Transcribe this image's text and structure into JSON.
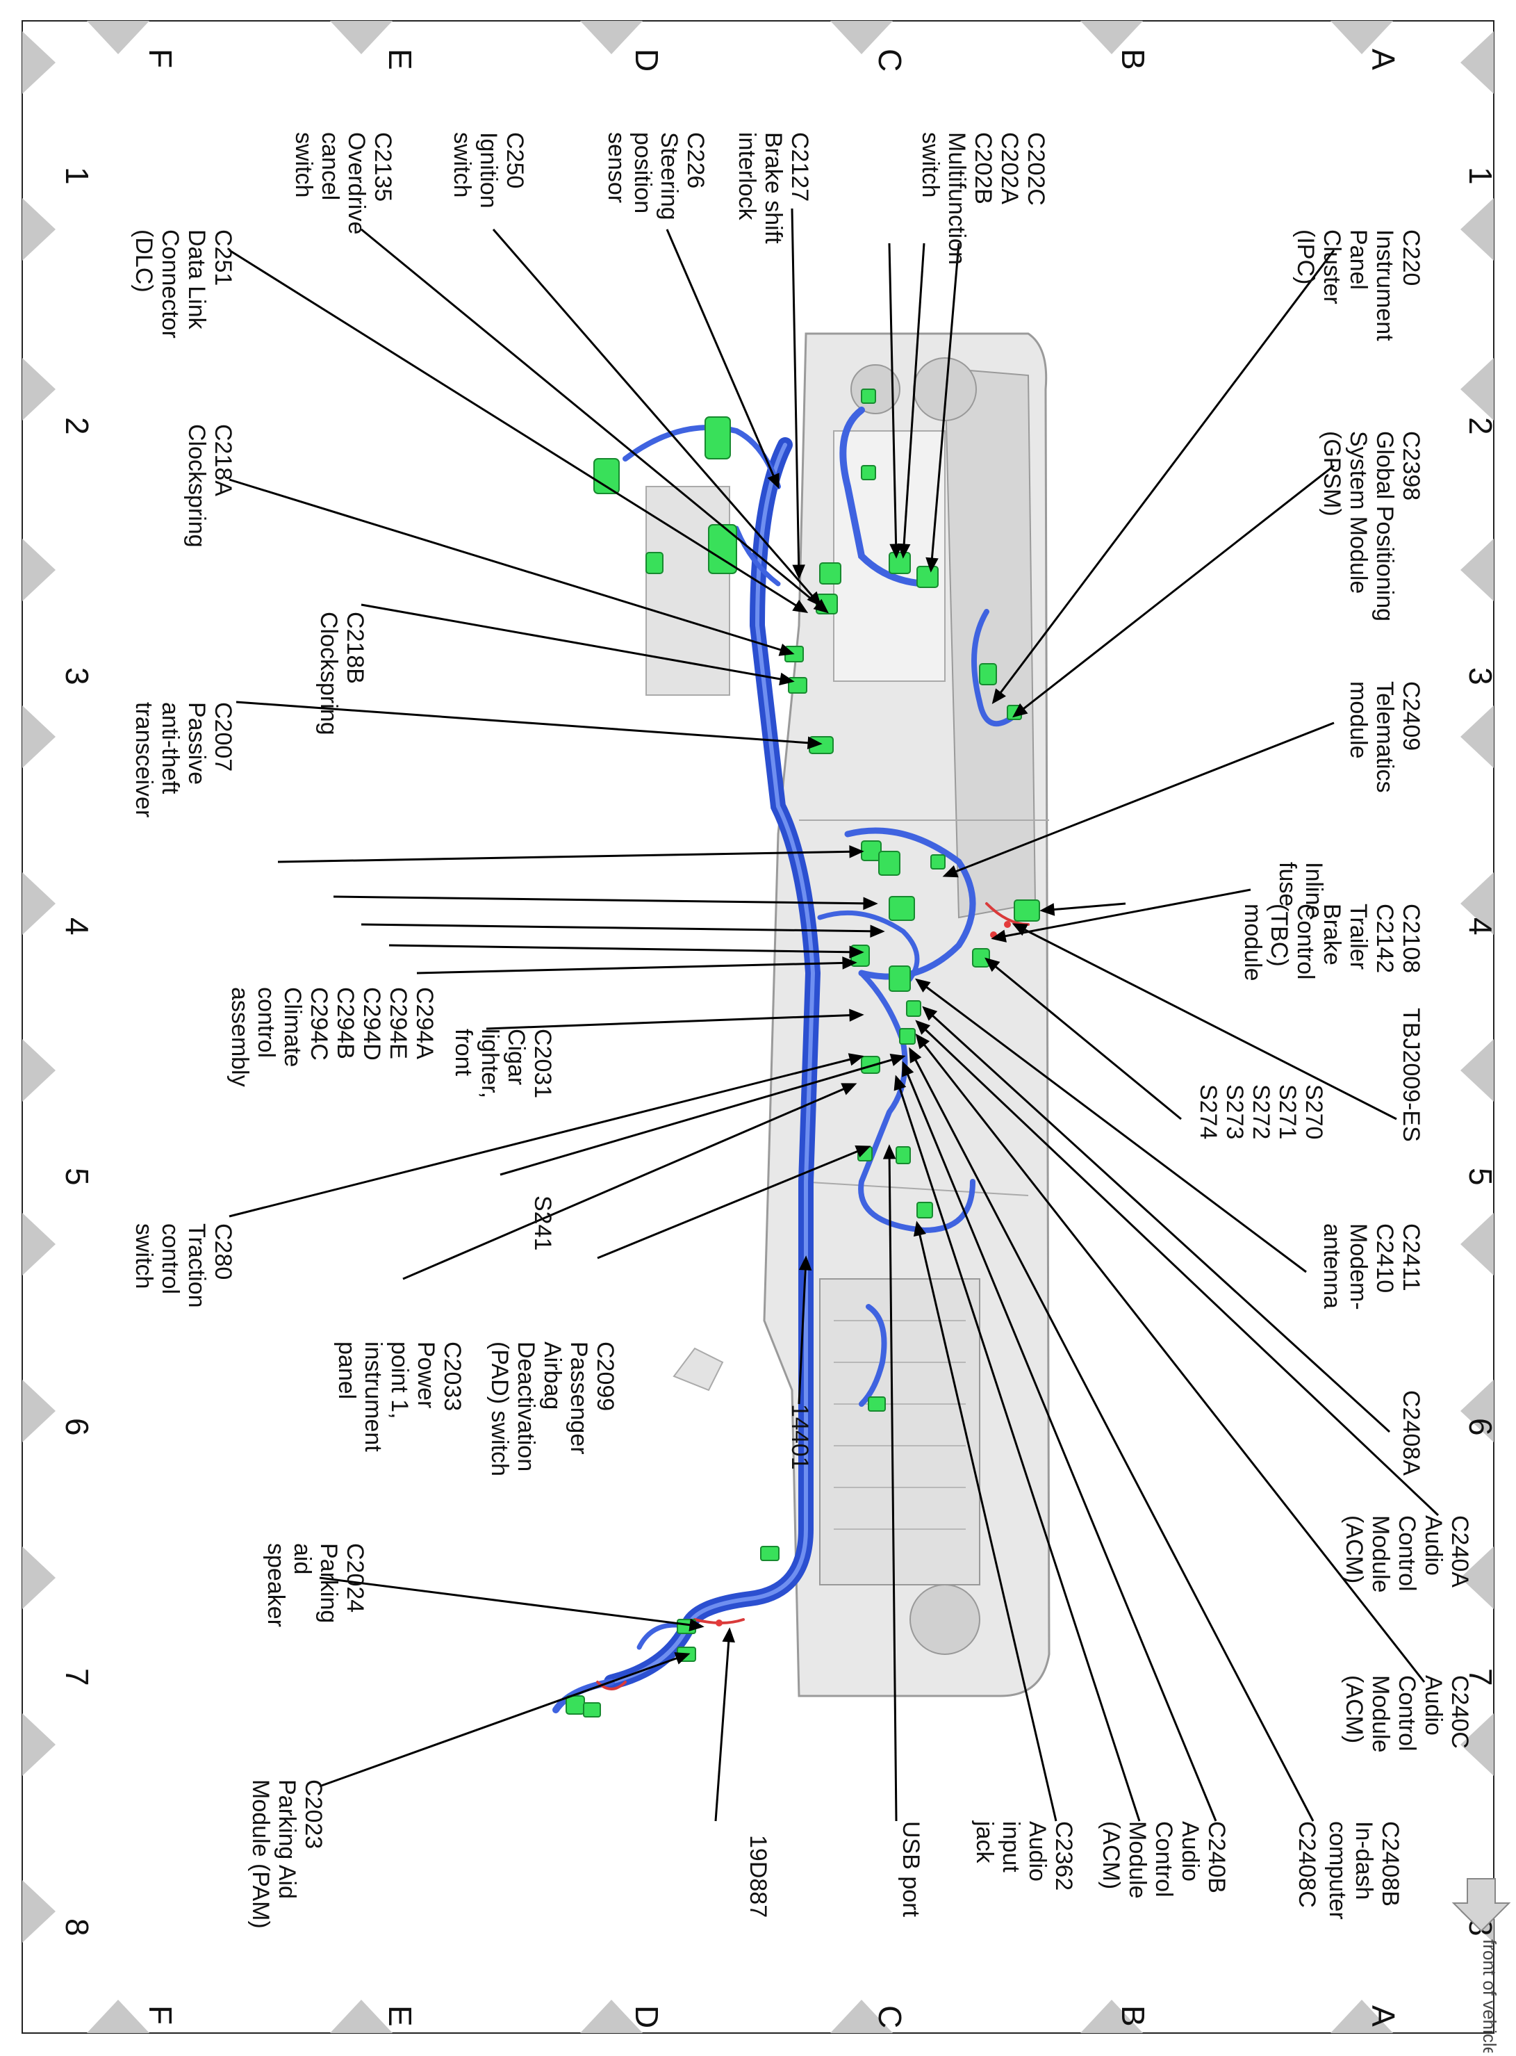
{
  "grid": {
    "rows": [
      "A",
      "B",
      "C",
      "D",
      "E",
      "F"
    ],
    "cols": [
      "1",
      "2",
      "3",
      "4",
      "5",
      "6",
      "7",
      "8"
    ]
  },
  "orientation_note": "front of vehicle",
  "colors": {
    "harness": "#2b4fd0",
    "connector": "#39e05a",
    "splice": "#d93a3a",
    "body": "#d9d9d9"
  },
  "labels": [
    {
      "id": "c220",
      "lines": [
        "C220",
        "Instrument",
        "Panel",
        "Cluster",
        "(IPC)"
      ]
    },
    {
      "id": "c2398",
      "lines": [
        "C2398",
        "Global Positioning",
        "System Module",
        "(GPSM)"
      ]
    },
    {
      "id": "c2409",
      "lines": [
        "C2409",
        "Telematics",
        "module"
      ]
    },
    {
      "id": "inline-fuse",
      "lines": [
        "Inline",
        "fuse"
      ]
    },
    {
      "id": "c2108",
      "lines": [
        "C2108",
        "C2142",
        "Trailer",
        "Brake",
        "Control",
        "(TBC)",
        "module"
      ]
    },
    {
      "id": "tbj",
      "lines": [
        "TBJ2009-ES"
      ]
    },
    {
      "id": "s270",
      "lines": [
        "S270",
        "S271",
        "S272",
        "S273",
        "S274"
      ]
    },
    {
      "id": "c2411",
      "lines": [
        "C2411",
        "C2410",
        "Modem-",
        "antenna"
      ]
    },
    {
      "id": "c2408a",
      "lines": [
        "C2408A"
      ]
    },
    {
      "id": "c240a",
      "lines": [
        "C240A",
        "Audio",
        "Control",
        "Module",
        "(ACM)"
      ]
    },
    {
      "id": "c240c",
      "lines": [
        "C240C",
        "Audio",
        "Control",
        "Module",
        "(ACM)"
      ]
    },
    {
      "id": "c2408c",
      "lines": [
        "C2408C"
      ]
    },
    {
      "id": "c2408b",
      "lines": [
        "C2408B",
        "In-dash",
        "computer"
      ]
    },
    {
      "id": "c240b",
      "lines": [
        "C240B",
        "Audio",
        "Control",
        "Module",
        "(ACM)"
      ]
    },
    {
      "id": "c2362",
      "lines": [
        "C2362",
        "Audio",
        "input",
        "jack"
      ]
    },
    {
      "id": "usb",
      "lines": [
        "USB port"
      ]
    },
    {
      "id": "c202c",
      "lines": [
        "C202C",
        "C202A",
        "C202B",
        "Multifunction",
        "switch"
      ]
    },
    {
      "id": "c2127",
      "lines": [
        "C2127",
        "Brake shift",
        "interlock"
      ]
    },
    {
      "id": "c226",
      "lines": [
        "C226",
        "Steering",
        "position",
        "sensor"
      ]
    },
    {
      "id": "c250",
      "lines": [
        "C250",
        "Ignition",
        "switch"
      ]
    },
    {
      "id": "c2135",
      "lines": [
        "C2135",
        "Overdrive",
        "cancel",
        "switch"
      ]
    },
    {
      "id": "c251",
      "lines": [
        "C251",
        "Data Link",
        "Connector",
        "(DLC)"
      ]
    },
    {
      "id": "c218a",
      "lines": [
        "C218A",
        "Clockspring"
      ]
    },
    {
      "id": "c218b",
      "lines": [
        "C218B",
        "Clockspring"
      ]
    },
    {
      "id": "c2007",
      "lines": [
        "C2007",
        "Passive",
        "anti-theft",
        "transceiver"
      ]
    },
    {
      "id": "c294",
      "lines": [
        "C294A",
        "C294E",
        "C294D",
        "C294B",
        "C294C",
        "Climate",
        "control",
        "assembly"
      ]
    },
    {
      "id": "c2031",
      "lines": [
        "C2031",
        "Cigar",
        "lighter,",
        "front"
      ]
    },
    {
      "id": "s241",
      "lines": [
        "S241"
      ]
    },
    {
      "id": "c280",
      "lines": [
        "C280",
        "Traction",
        "control",
        "switch"
      ]
    },
    {
      "id": "c2033",
      "lines": [
        "C2033",
        "Power",
        "point 1,",
        "instrument",
        "panel"
      ]
    },
    {
      "id": "c2099",
      "lines": [
        "C2099",
        "Passenger",
        "Airbag",
        "Deactivation",
        "(PAD) switch"
      ]
    },
    {
      "id": "n14401",
      "lines": [
        "14401"
      ]
    },
    {
      "id": "c2024",
      "lines": [
        "C2024",
        "Parking",
        "aid",
        "speaker"
      ]
    },
    {
      "id": "c2023",
      "lines": [
        "C2023",
        "Parking Aid",
        "Module (PAM)"
      ]
    },
    {
      "id": "n19d887",
      "lines": [
        "19D887"
      ]
    }
  ]
}
